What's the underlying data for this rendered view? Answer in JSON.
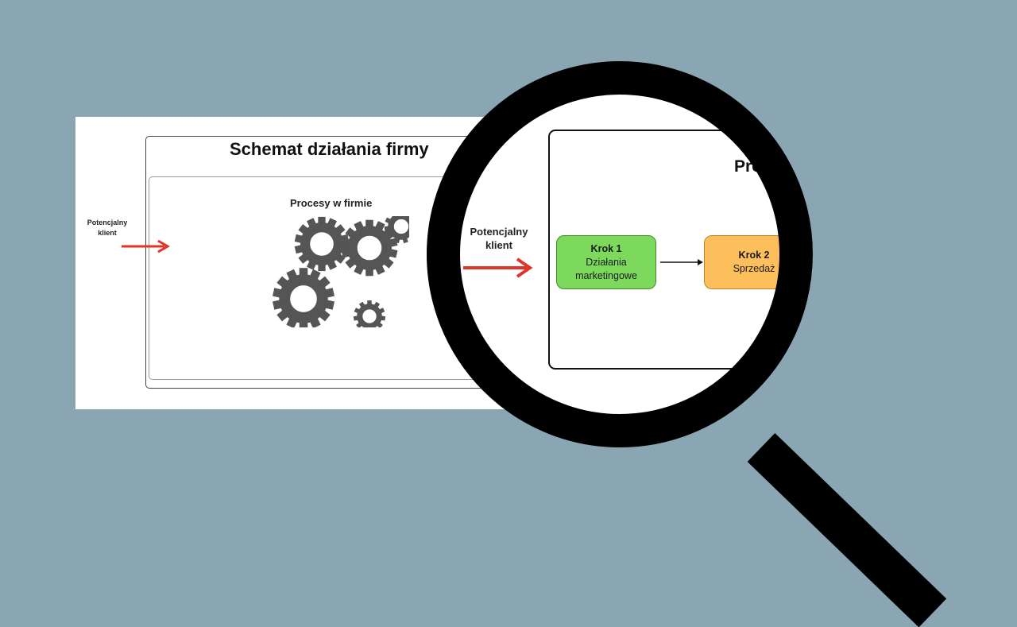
{
  "document": {
    "title": "Schemat działania firmy",
    "subtitle": "Procesy w firmie",
    "client_label_line1": "Potencjalny",
    "client_label_line2": "klient"
  },
  "magnifier": {
    "title_partial": "Proces",
    "client_label_line1": "Potencjalny",
    "client_label_line2": "klient",
    "steps": [
      {
        "title": "Krok 1",
        "line1": "Działania",
        "line2": "marketingowe",
        "color": "#7cd95c"
      },
      {
        "title": "Krok 2",
        "line1": "Sprzedaż",
        "line2": "",
        "color": "#fcbf5b"
      }
    ]
  },
  "colors": {
    "background": "#8aa6b3",
    "arrow": "#e0342a",
    "gear": "#555555"
  }
}
